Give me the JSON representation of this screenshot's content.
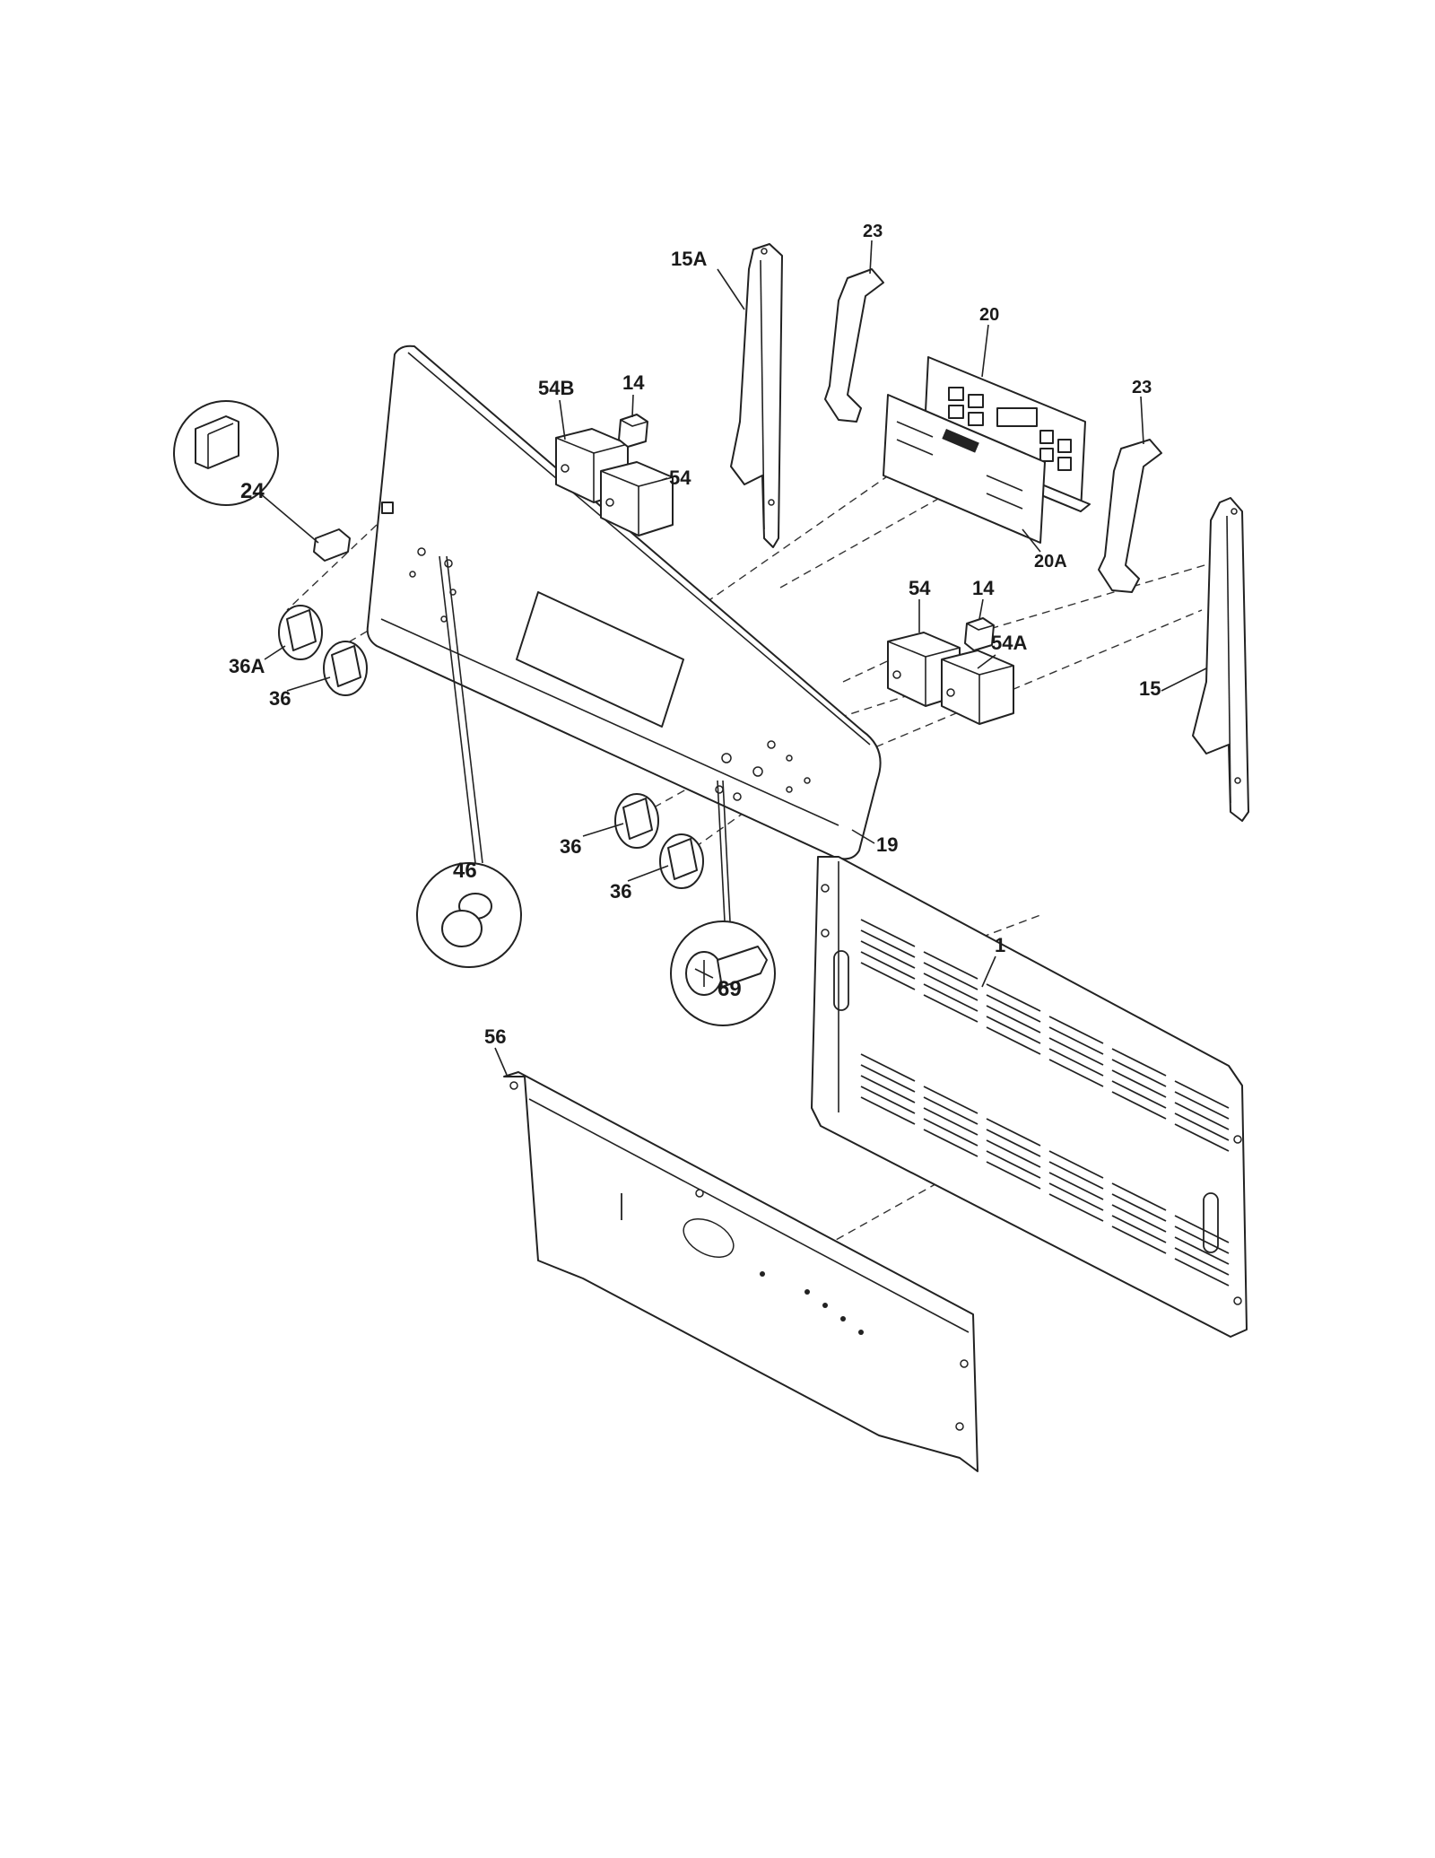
{
  "diagram": {
    "labels": {
      "p1": "1",
      "p14a": "14",
      "p14b": "14",
      "p15": "15",
      "p15a": "15A",
      "p19": "19",
      "p20": "20",
      "p20a": "20A",
      "p23a": "23",
      "p23b": "23",
      "p24": "24",
      "p36a": "36A",
      "p36b": "36",
      "p36c": "36",
      "p36d": "36",
      "p46": "46",
      "p54a": "54",
      "p54b": "54",
      "p54c": "54A",
      "p54d": "54B",
      "p56": "56",
      "p69": "69"
    }
  }
}
